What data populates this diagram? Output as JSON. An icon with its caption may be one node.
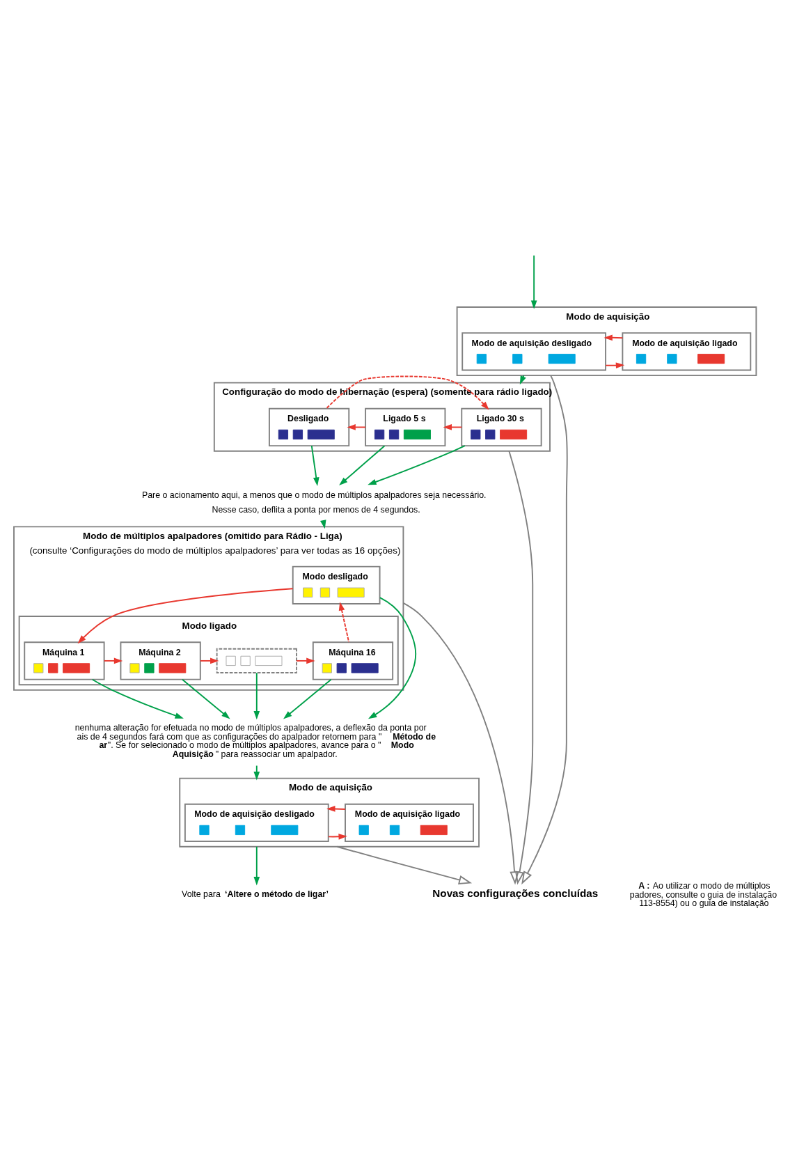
{
  "diagram": {
    "nodes": [
      {
        "text": [
          "Modo de aquisição"
        ]
      },
      {
        "text": [
          "Modo de aquisição desligado"
        ],
        "in": 0
      },
      {
        "text": [
          "Modo de aquisição ligado"
        ],
        "in": 0
      },
      {
        "text": [
          "Configuração do modo de hibernação (espera) (somente para rádio ligado)"
        ]
      },
      {
        "text": [
          "Ligado 30 s"
        ],
        "in": 3
      },
      {
        "text": [
          "Ligado 5 s"
        ],
        "in": 3
      },
      {
        "text": [
          "Desligado"
        ],
        "in": 3
      },
      {
        "text": [
          "Pare o acionamento aqui, a menos que o modo de múltiplos apalpadores seja necessário.",
          "Nesse caso, deflita a ponta por menos de 4 segundos."
        ]
      },
      {
        "text": [
          "Modo de múltiplos apalpadores (omitido para Rádio - Liga)",
          "(consulte ‘Configurações do modo de múltiplos apalpadores’ para ver todas as 16 opções)"
        ]
      },
      {
        "text": [
          "Modo desligado"
        ],
        "in": 8
      },
      {
        "text": [
          "Modo ligado"
        ],
        "in": 8
      },
      {
        "text": [
          "Máquina 1"
        ],
        "in": 10
      },
      {
        "text": [
          "Máquina 2"
        ],
        "in": 10
      },
      {
        "text": [],
        "shape": "box",
        "in": 10
      },
      {
        "text": [
          "Máquina 16"
        ],
        "in": 10
      },
      {
        "text": [
          "nenhuma alteração for efetuada no modo de múltiplos apalpadores, a deflexão da ponta por ais de 4 segundos fará com que as configurações do apalpador retornem para \"**Método de ar**\". Se for selecionado o modo de múltiplos apalpadores, avance para o \"**Modo Aquisição**\" para reassociar um apalpador."
        ]
      },
      {
        "text": [
          "Modo de aquisição"
        ]
      },
      {
        "text": [
          "Modo de aquisição desligado"
        ],
        "in": 16
      },
      {
        "text": [
          "Modo de aquisição ligado"
        ],
        "in": 16
      },
      {
        "text": [
          "Volte para **‘Altere o método de ligar’**"
        ]
      },
      {
        "text": [
          "Novas configurações concluídas"
        ]
      }
    ],
    "edges": [
      {
        "from": null,
        "to": 0,
        "arrow": "to",
        "color": "#00a04a"
      },
      {
        "from": 1,
        "to": 2,
        "arrow": "to",
        "color": "#e8382f"
      },
      {
        "from": 2,
        "to": 1,
        "arrow": "to",
        "color": "#e8382f"
      },
      {
        "from": 0,
        "to": 3,
        "arrow": "to",
        "color": "#00a04a"
      },
      {
        "from": 4,
        "to": 5,
        "arrow": "to",
        "color": "#e8382f"
      },
      {
        "from": 5,
        "to": 6,
        "arrow": "to",
        "color": "#e8382f"
      },
      {
        "from": 6,
        "to": 4,
        "arrow": "to",
        "style": "dashed",
        "color": "#e8382f"
      },
      {
        "from": 4,
        "to": 7,
        "arrow": "to",
        "color": "#00a04a"
      },
      {
        "from": 5,
        "to": 7,
        "arrow": "to",
        "color": "#00a04a"
      },
      {
        "from": 6,
        "to": 7,
        "arrow": "to",
        "color": "#00a04a"
      },
      {
        "from": 7,
        "to": 8,
        "arrow": "to",
        "color": "#00a04a"
      },
      {
        "from": 9,
        "to": 11,
        "arrow": "to",
        "color": "#e8382f"
      },
      {
        "from": 11,
        "to": 12,
        "arrow": "to",
        "color": "#e8382f"
      },
      {
        "from": 12,
        "to": 13,
        "arrow": "to",
        "color": "#e8382f"
      },
      {
        "from": 13,
        "to": 14,
        "arrow": "to",
        "color": "#e8382f"
      },
      {
        "from": 14,
        "to": 9,
        "arrow": "to",
        "style": "dashed",
        "color": "#e8382f"
      },
      {
        "from": 9,
        "to": 15,
        "arrow": "to",
        "color": "#00a04a"
      },
      {
        "from": 11,
        "to": 15,
        "arrow": "to",
        "color": "#00a04a"
      },
      {
        "from": 12,
        "to": 15,
        "arrow": "to",
        "color": "#00a04a"
      },
      {
        "from": 13,
        "to": 15,
        "arrow": "to",
        "color": "#00a04a"
      },
      {
        "from": 14,
        "to": 15,
        "arrow": "to",
        "color": "#00a04a"
      },
      {
        "from": 15,
        "to": 16,
        "arrow": "to",
        "color": "#00a04a"
      },
      {
        "from": 17,
        "to": 18,
        "arrow": "to",
        "color": "#e8382f"
      },
      {
        "from": 18,
        "to": 17,
        "arrow": "to",
        "color": "#e8382f"
      },
      {
        "from": 16,
        "to": 19,
        "arrow": "to",
        "color": "#00a04a"
      },
      {
        "from": 0,
        "to": 20,
        "arrow": "to",
        "color": "#808080"
      },
      {
        "from": 3,
        "to": 20,
        "arrow": "to",
        "color": "#808080"
      },
      {
        "from": 8,
        "to": 20,
        "arrow": "to",
        "color": "#808080"
      },
      {
        "from": 16,
        "to": 20,
        "arrow": "to",
        "color": "#808080"
      }
    ],
    "labels": [
      "**A :** Ao utilizar o modo de múltiplos padores, consulte o guia de instalação 113-8554) ou o guia de instalação"
    ]
  }
}
